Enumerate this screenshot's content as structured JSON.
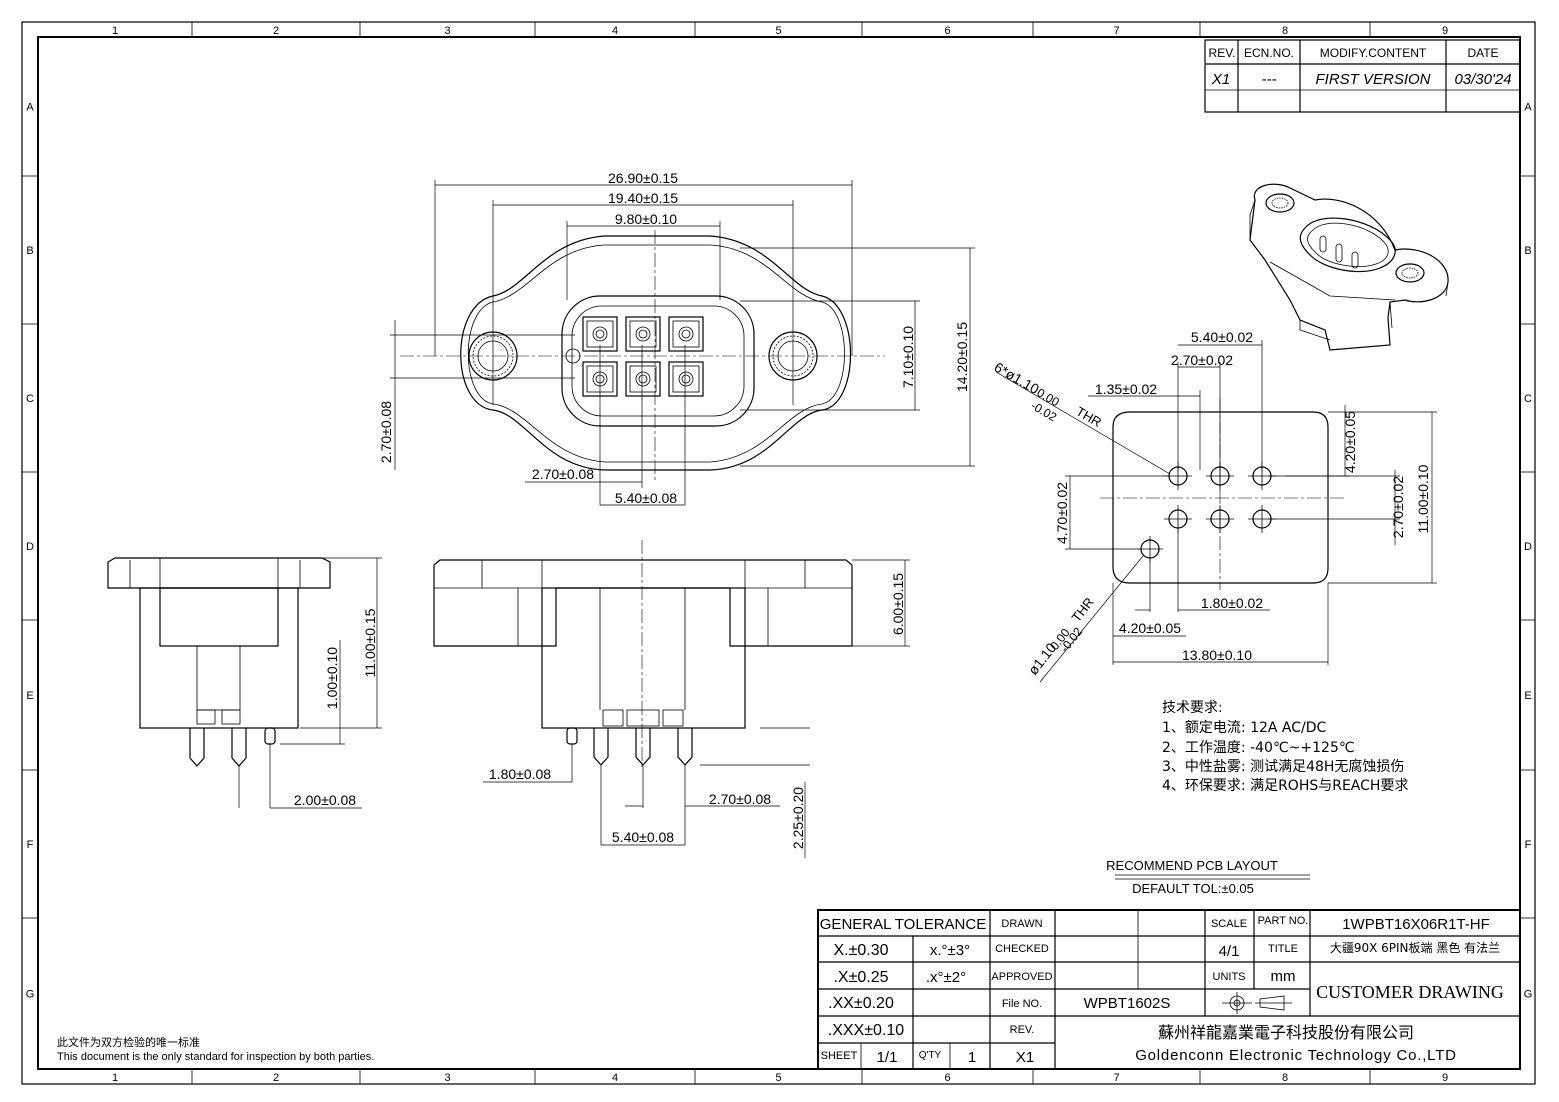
{
  "frame": {
    "top_zones": [
      "1",
      "2",
      "3",
      "4",
      "5",
      "6",
      "7",
      "8",
      "9"
    ],
    "side_zones": [
      "A",
      "B",
      "C",
      "D",
      "E",
      "F",
      "G"
    ]
  },
  "revision_table": {
    "headers": [
      "REV.",
      "ECN.NO.",
      "MODIFY.CONTENT",
      "DATE"
    ],
    "rows": [
      {
        "rev": "X1",
        "ecn": "---",
        "content": "FIRST VERSION",
        "date": "03/30'24"
      }
    ]
  },
  "top_view": {
    "dims": {
      "overall_width": "26.90±0.15",
      "hole_spacing": "19.40±0.15",
      "body_width": "9.80±0.10",
      "total_height": "14.20±0.15",
      "body_height": "7.10±0.10",
      "left_offset": "2.70±0.08",
      "pin_offset": "2.70±0.08",
      "pin_span": "5.40±0.08"
    }
  },
  "side_view_left": {
    "dims": {
      "height": "11.00±0.15",
      "pin_step": "1.00±0.10",
      "pin_gap": "2.00±0.08"
    }
  },
  "side_view_front": {
    "dims": {
      "flange": "6.00±0.15",
      "post_offset": "1.80±0.08",
      "pitch": "2.70±0.08",
      "span": "5.40±0.08",
      "pin_length": "2.25±0.20"
    }
  },
  "pcb_layout": {
    "dims": {
      "holes": "6*ø1.10",
      "holes_tol_plus": "0.00",
      "holes_tol_minus": "-0.02",
      "holes_suffix": "THR",
      "col_span": "5.40±0.02",
      "col_pitch": "2.70±0.02",
      "edge_x": "1.35±0.02",
      "right_y": "4.20±0.05",
      "row_pitch": "2.70±0.02",
      "total_h": "11.00±0.10",
      "left_y": "4.70±0.02",
      "post_x": "1.80±0.02",
      "post_y": "4.20±0.05",
      "total_w": "13.80±0.10",
      "post_hole": "ø1.10",
      "post_tol_plus": "0.00",
      "post_tol_minus": "-0.02",
      "post_suffix": "THR"
    },
    "title": "RECOMMEND PCB LAYOUT",
    "default_tol": "DEFAULT TOL:±0.05"
  },
  "tech_requirements": {
    "heading": "技术要求:",
    "items": [
      "1、额定电流: 12A AC/DC",
      "2、工作温度: -40℃~+125℃",
      "3、中性盐雾: 测试满足48H无腐蚀损伤",
      "4、环保要求: 满足ROHS与REACH要求"
    ]
  },
  "title_block": {
    "general_tolerance": "GENERAL TOLERANCE",
    "tolerances": [
      "X.±0.30",
      ".X±0.25",
      ".XX±0.20",
      ".XXX±0.10"
    ],
    "angle_tol": [
      "x.°±3°",
      ".x°±2°"
    ],
    "drawn": "DRAWN",
    "checked": "CHECKED",
    "approved": "APPROVED",
    "file_no_label": "File NO.",
    "file_no": "WPBT1602S",
    "rev_label": "REV.",
    "rev": "X1",
    "sheet_label": "SHEET",
    "sheet": "1/1",
    "qty_label": "Q'TY",
    "qty": "1",
    "scale_label": "SCALE",
    "scale": "4/1",
    "units_label": "UNITS",
    "units": "mm",
    "part_no_label": "PART NO.",
    "part_no": "1WPBT16X06R1T-HF",
    "title_label": "TITLE",
    "title": "大疆90X 6PIN板端 黑色 有法兰",
    "drawing_type": "CUSTOMER DRAWING",
    "company_cn": "蘇州祥龍嘉業電子科技股份有限公司",
    "company_en": "Goldenconn Electronic Technology Co.,LTD"
  },
  "footer_note": {
    "cn": "此文件为双方检验的唯一标准",
    "en": "This document is the only standard for inspection by both parties."
  }
}
